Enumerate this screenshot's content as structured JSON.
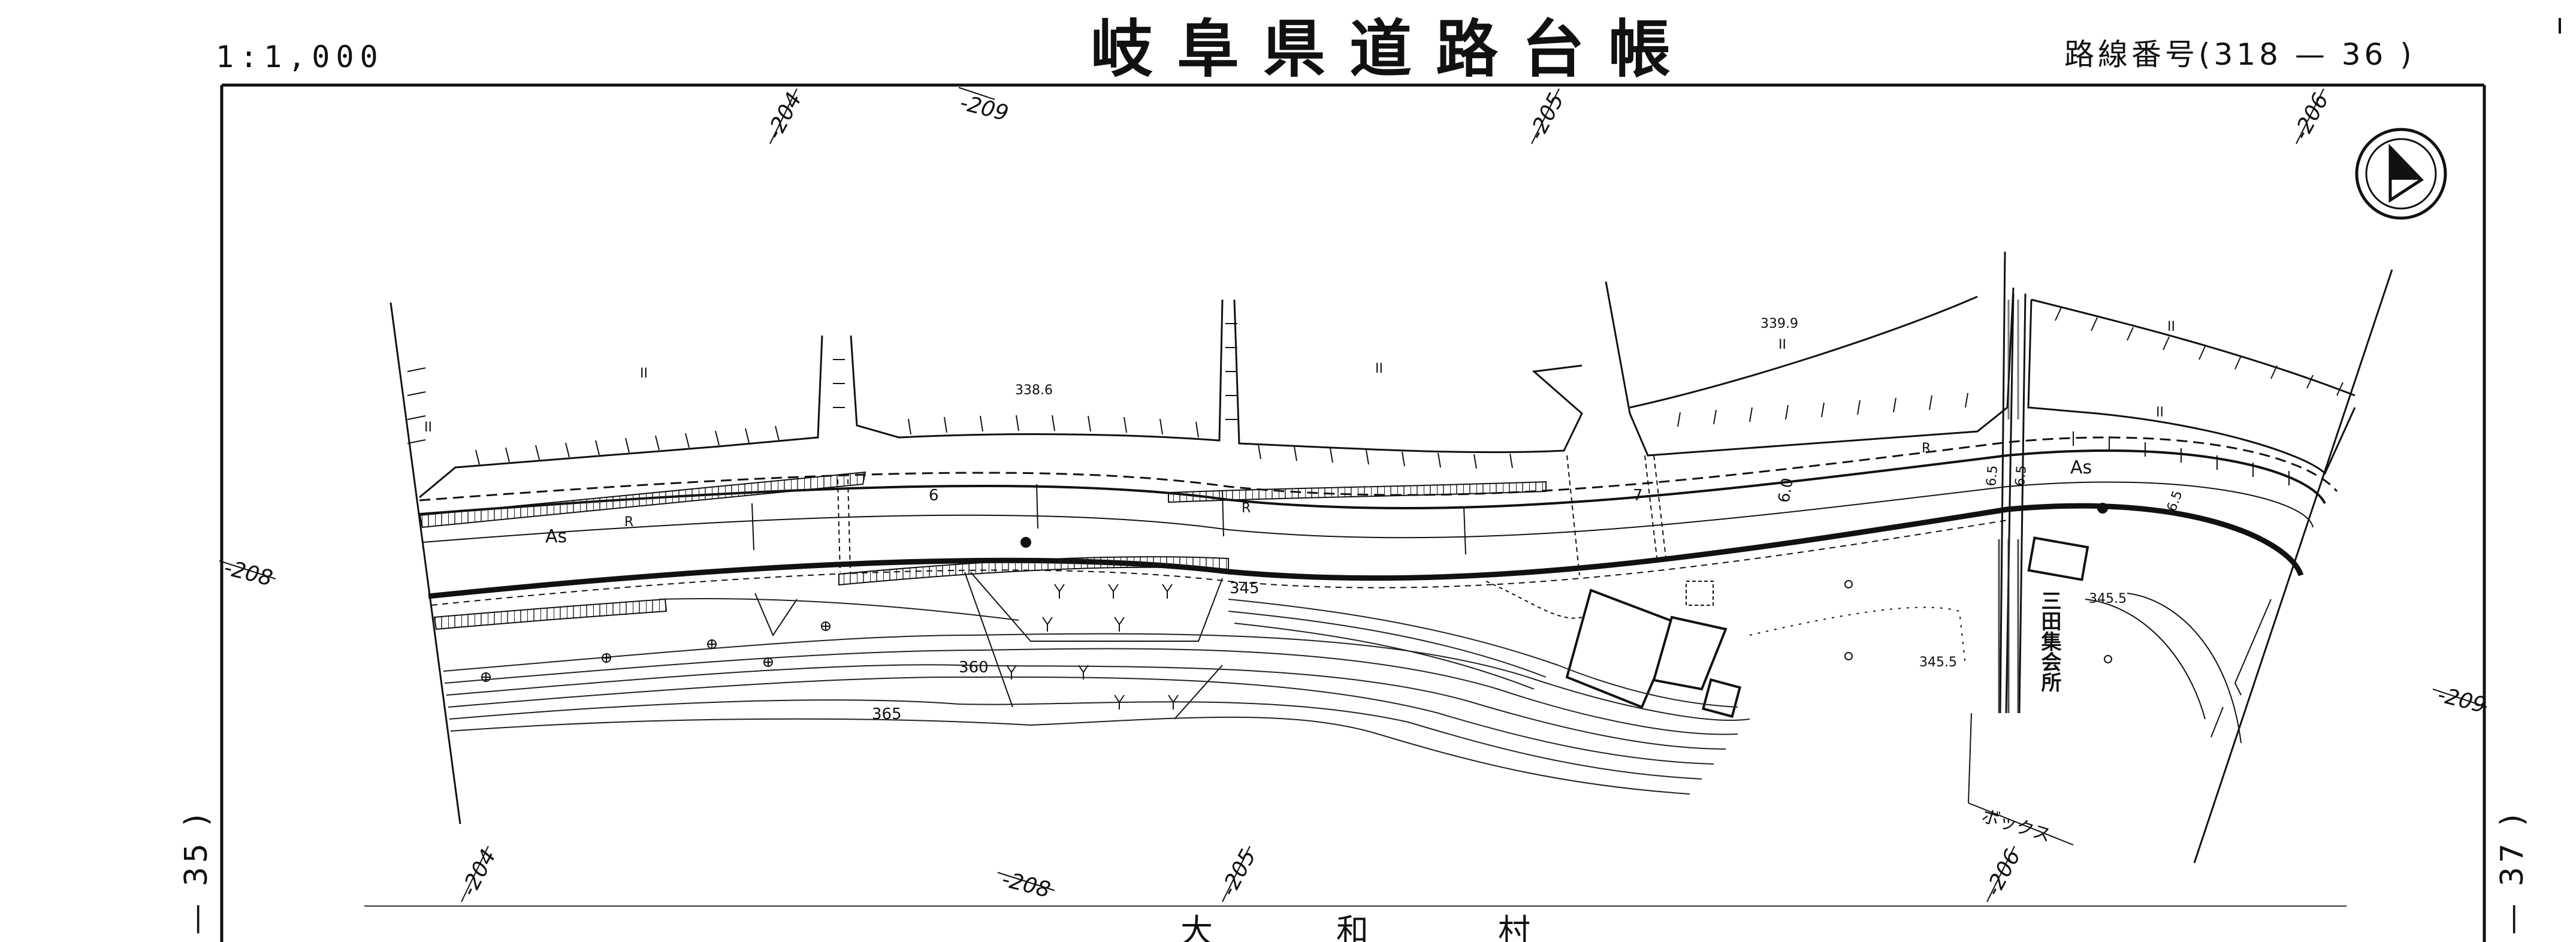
{
  "header": {
    "scale": "1:1,000",
    "title": "岐阜県道路台帳",
    "route_number_label": "路線番号(318 — 36 )"
  },
  "side_labels": {
    "left_sheet": "— 35 )",
    "right_sheet": "— 37 )"
  },
  "footer": {
    "village_chars": [
      "大",
      "和",
      "村"
    ]
  },
  "map": {
    "grid_labels": {
      "top": [
        "-204",
        "-209",
        "-205",
        "-206"
      ],
      "left": "-208",
      "right": "-209",
      "bottom": [
        "-204",
        "-208",
        "-205",
        "-206"
      ]
    },
    "spot_heights": [
      "338.6",
      "339.9",
      "345.5",
      "345.5"
    ],
    "contours": [
      "345",
      "360",
      "365"
    ],
    "road_surface": [
      "As",
      "As"
    ],
    "widths": [
      "6",
      "7",
      "6.0",
      "6.5",
      "6.5",
      "6.5"
    ],
    "marks": {
      "pavement": "R",
      "field": "II"
    },
    "annotations": {
      "box_culvert": "ボックス",
      "community_hall": "三田集会所"
    },
    "north_arrow": "north-arrow-icon"
  }
}
